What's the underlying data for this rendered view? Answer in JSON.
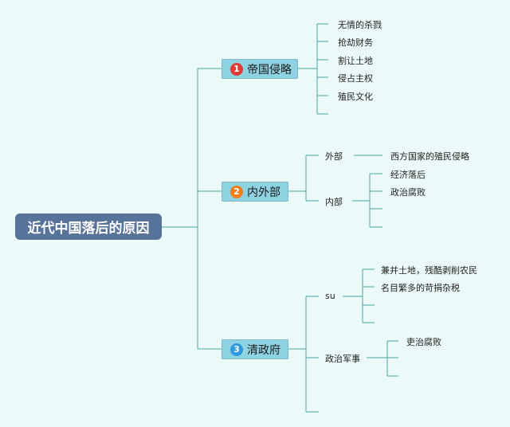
{
  "root": {
    "label": "近代中国落后的原因"
  },
  "branches": [
    {
      "number": "1",
      "label": "帝国侵略",
      "badge_color": "#e53935",
      "children": [
        "无情的杀戮",
        "抢劫财务",
        "割让土地",
        "侵占主权",
        "殖民文化"
      ]
    },
    {
      "number": "2",
      "label": "内外部",
      "badge_color": "#f07f1b",
      "outer": {
        "label": "外部",
        "child": "西方国家的殖民侵略"
      },
      "inner": {
        "label": "内部",
        "children": [
          "经济落后",
          "政治腐败"
        ]
      }
    },
    {
      "number": "3",
      "label": "清政府",
      "badge_color": "#2f9be0",
      "su": {
        "label": "su",
        "children": [
          "兼并土地，残酷剥削农民",
          "名目繁多的苛捐杂税"
        ]
      },
      "politics": {
        "label": "政治军事",
        "children": [
          "吏治腐败"
        ]
      }
    }
  ],
  "colors": {
    "background": "#ecf9f9",
    "root_fill": "#58739a",
    "branch_fill": "#8fd3e3",
    "connector": "#49a6a0"
  }
}
